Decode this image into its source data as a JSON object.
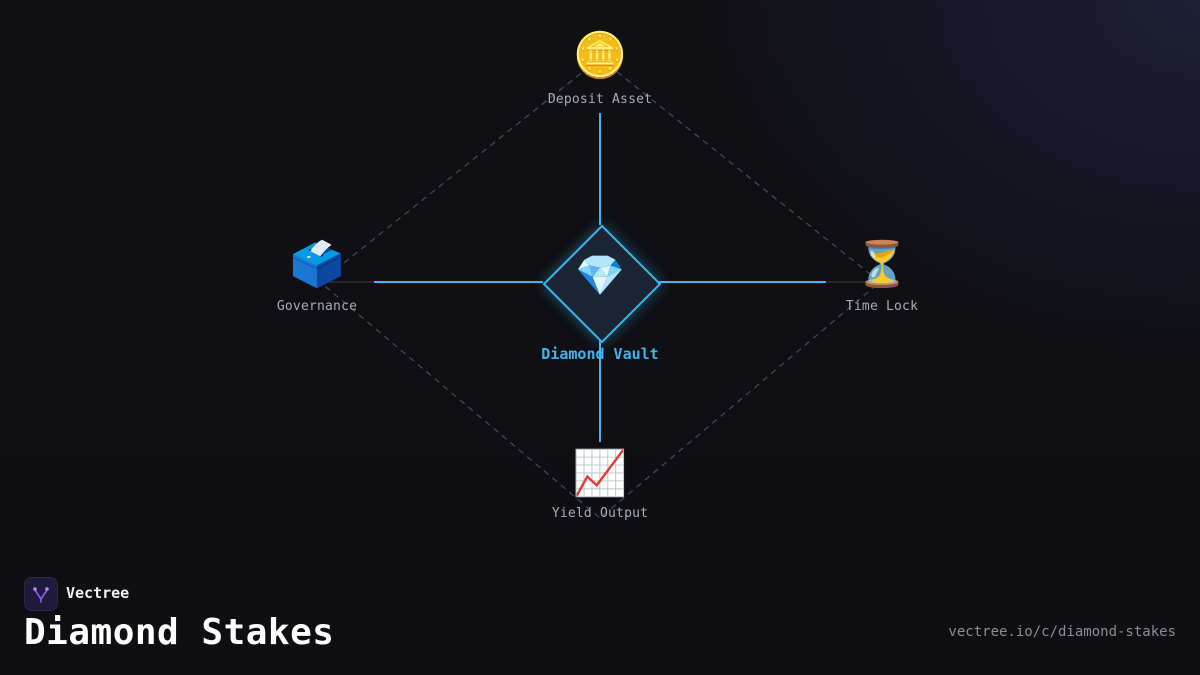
{
  "diagram": {
    "center": {
      "label": "Diamond Vault",
      "icon": "gem-icon",
      "emoji": "💎"
    },
    "nodes": [
      {
        "id": "top",
        "label": "Deposit Asset",
        "icon": "coin-icon",
        "emoji": "🪙"
      },
      {
        "id": "left",
        "label": "Governance",
        "icon": "ballot-box-icon",
        "emoji": "🗳️"
      },
      {
        "id": "right",
        "label": "Time Lock",
        "icon": "hourglass-icon",
        "emoji": "⏳"
      },
      {
        "id": "bottom",
        "label": "Yield Output",
        "icon": "chart-increasing-icon",
        "emoji": "📈"
      }
    ],
    "colors": {
      "accent": "#3fb6ef",
      "dashed_outline": "#3a4a60",
      "background": "#101015"
    }
  },
  "footer": {
    "brand_name": "Vectree",
    "title": "Diamond Stakes",
    "url": "vectree.io/c/diamond-stakes"
  }
}
